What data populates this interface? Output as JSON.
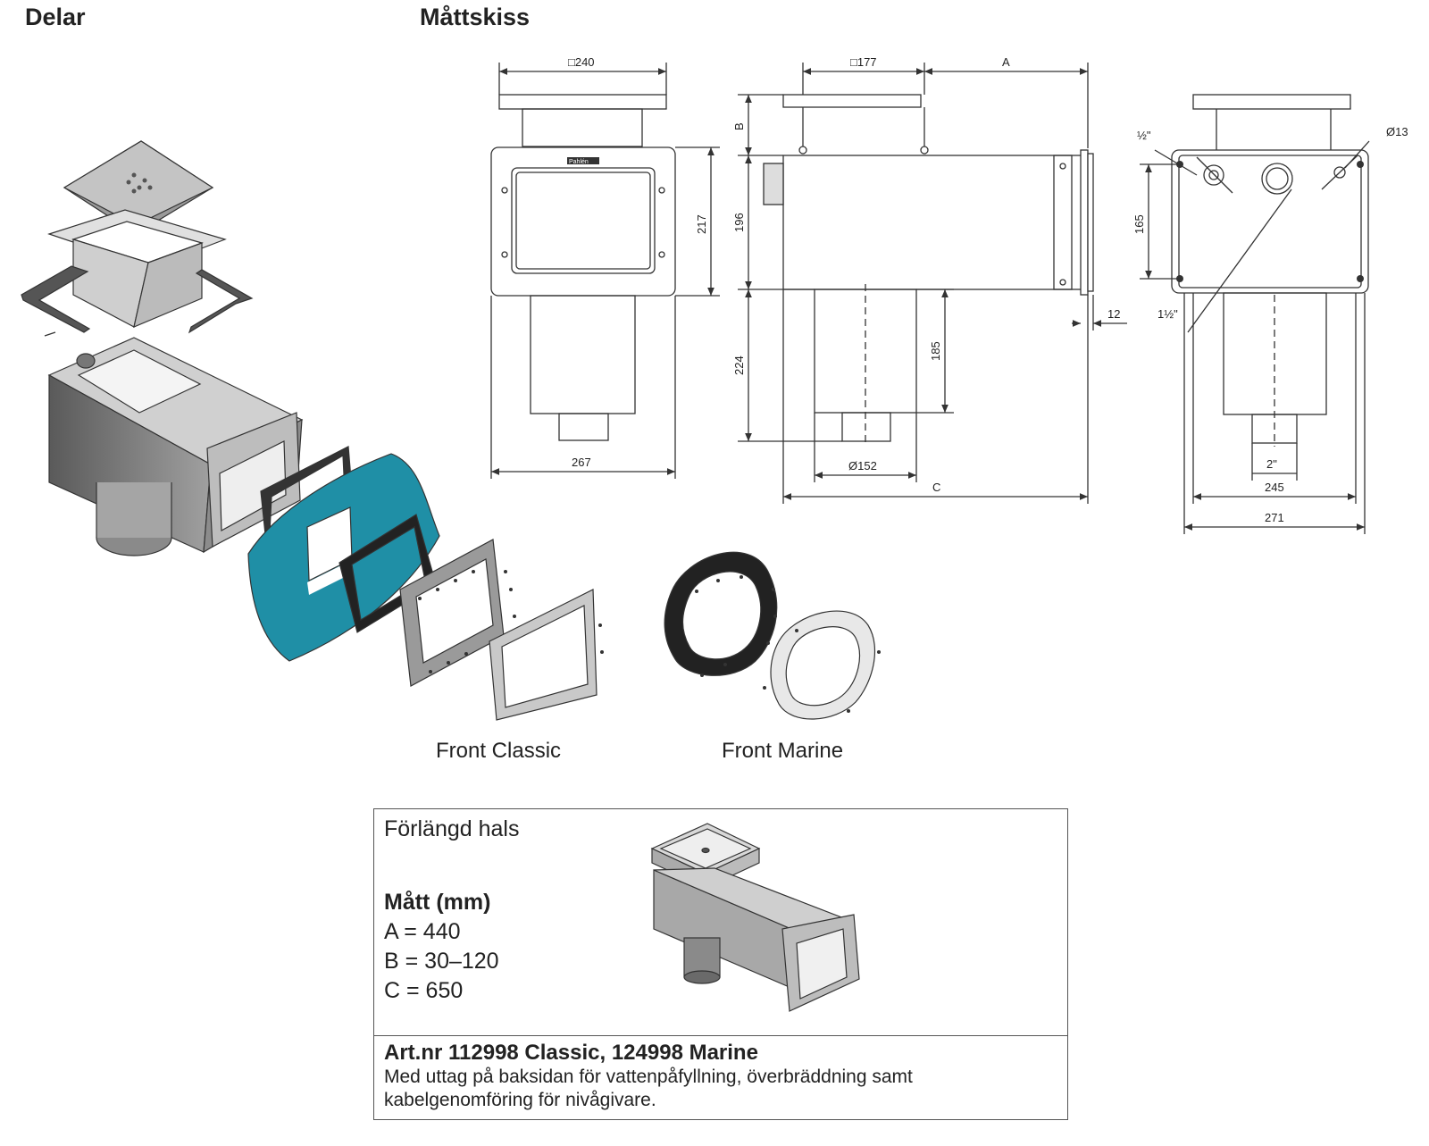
{
  "headings": {
    "parts": "Delar",
    "sketch": "Måttskiss"
  },
  "dimensions": {
    "front_top_width": "□240",
    "front_width": "267",
    "front_height": "217",
    "side_top_width": "□177",
    "a": "A",
    "b": "B",
    "body_height": "196",
    "neck_height": "224",
    "pipe_offset": "185",
    "pipe_diameter": "Ø152",
    "c": "C",
    "flange": "12",
    "back_half_inch": "½\"",
    "back_hole": "Ø13",
    "back_height": "165",
    "back_one_half_inch": "1½\"",
    "back_outlet": "2\"",
    "back_inner_width": "245",
    "back_outer_width": "271"
  },
  "captions": {
    "front_classic": "Front Classic",
    "front_marine": "Front Marine"
  },
  "info": {
    "title": "Förlängd hals",
    "measures_heading": "Mått (mm)",
    "a": "A = 440",
    "b": "B = 30–120",
    "c": "C = 650",
    "article": "Art.nr 112998 Classic, 124998 Marine",
    "description": "Med uttag på baksidan för vattenpåfyllning, överbräddning samt kabelgenomföring för nivågivare."
  },
  "brand_label": "Pahlén",
  "colors": {
    "pool_liner": "#1f8fa6",
    "line": "#333333",
    "steel": "#b9b9b9",
    "steel_dark": "#6e6e6e"
  }
}
